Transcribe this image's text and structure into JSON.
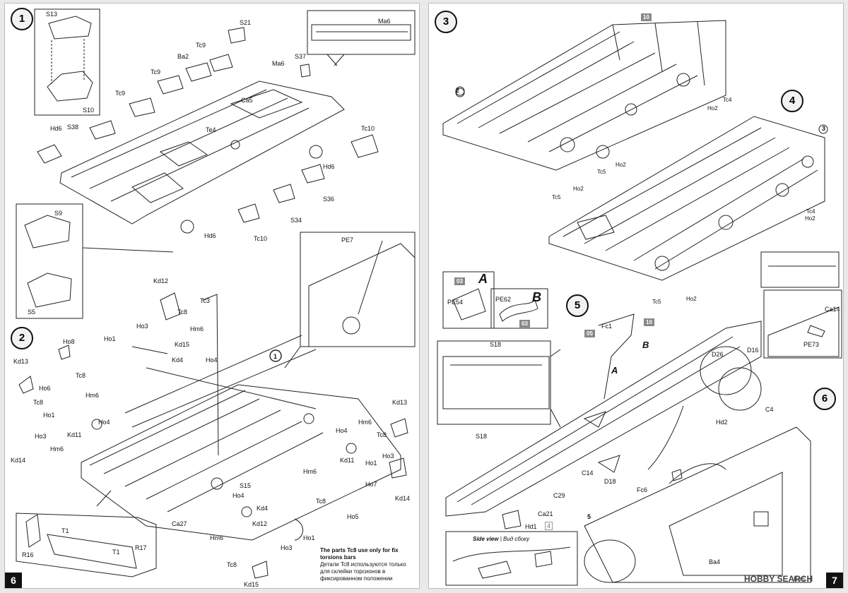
{
  "left_page": {
    "page_number": "6",
    "steps": [
      "1",
      "2"
    ],
    "step1_labels": [
      "S13",
      "S10",
      "S21",
      "Ma6",
      "Ma6",
      "S37",
      "Tc9",
      "Tc9",
      "Tc9",
      "Ba2",
      "Ca5",
      "Te4",
      "Hd6",
      "Hd6",
      "Hd6",
      "S38",
      "Tc10",
      "Tc10",
      "S36",
      "S34",
      "S9",
      "S5"
    ],
    "step2_labels": [
      "Kd12",
      "Tc3",
      "Tc8",
      "Ho3",
      "Ho1",
      "Hm6",
      "Kd15",
      "Kd4",
      "Ho4",
      "Ho8",
      "Kd13",
      "Tc8",
      "Ho6",
      "Hm6",
      "Tc8",
      "Ho1",
      "Ho4",
      "Kd11",
      "Ho3",
      "Hm6",
      "Kd14",
      "Ho4",
      "Kd11",
      "Ho1",
      "Hm6",
      "Tc8",
      "Ho3",
      "Kd13",
      "Ho7",
      "Kd14",
      "Hm6",
      "S15",
      "Ho4",
      "Kd4",
      "Tc8",
      "Ca27",
      "Ho5",
      "Kd12",
      "Hm6",
      "Ho1",
      "Ho3",
      "Tc8",
      "Kd15",
      "T1",
      "T1",
      "R16",
      "R17"
    ],
    "inset_pe": "PE7",
    "ref_step": "1",
    "note_en": "The parts Tc8 use only for fix torsions bars",
    "note_ru": "Детали Tc8 используются только для склейки торсионов в фиксированном положении"
  },
  "right_page": {
    "page_number": "7",
    "steps": [
      "3",
      "4",
      "5",
      "6"
    ],
    "badge_top": "10",
    "ref_circles": [
      "2",
      "3",
      "5"
    ],
    "step3_labels": [
      "Ho2",
      "Tc4",
      "Tc5",
      "Ho2",
      "Tc5",
      "Ho2"
    ],
    "step4_labels": [
      "Tc4",
      "Ho2",
      "Tc5",
      "Ho2"
    ],
    "inset_A": {
      "badge": "03",
      "letter": "A",
      "part": "PE54"
    },
    "inset_B": {
      "part": "PE62",
      "letter": "B",
      "badge": "03"
    },
    "inset_S18": "S18",
    "step5_labels": [
      "Fc1",
      "A",
      "B",
      "D26",
      "D16",
      "S18",
      "C14",
      "C29",
      "Ca21",
      "D18",
      "Fc6",
      "Hd1",
      "Hd2",
      "C4",
      "Ca14",
      "PE73"
    ],
    "badge_05": "05",
    "badge_10": "10",
    "badge_x4": "4",
    "side_view_en": "Side view",
    "side_view_ru": "Вид сбоку",
    "step6_labels": [
      "Ba4",
      "Ke6"
    ],
    "watermark": "HOBBY SEARCH"
  }
}
